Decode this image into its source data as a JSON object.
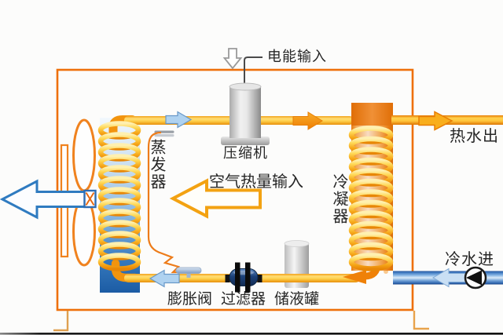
{
  "diagram": {
    "type": "heat-pump-water-heater-schematic",
    "labels": {
      "electric_input": "电能输入",
      "compressor": "压缩机",
      "evaporator": "蒸发器",
      "air_heat_input": "空气热量输入",
      "condenser": "冷凝器",
      "hot_water_out": "热水出",
      "cold_water_in": "冷水进",
      "expansion_valve": "膨胀阀",
      "filter": "过滤器",
      "receiver": "储液罐"
    },
    "colors": {
      "cabinet_border": "#EE700A",
      "refrigerant_pipe_yellow": "#FFD24E",
      "hot_flow_orange": "#F5880E",
      "cold_water_blue": "#2B63AC",
      "air_arrow_blue": "#2F7BC0",
      "evaporator_panel_blue": "#1C5CA4",
      "condenser_tank_orange": "#EA8118",
      "text": "#262626"
    }
  }
}
